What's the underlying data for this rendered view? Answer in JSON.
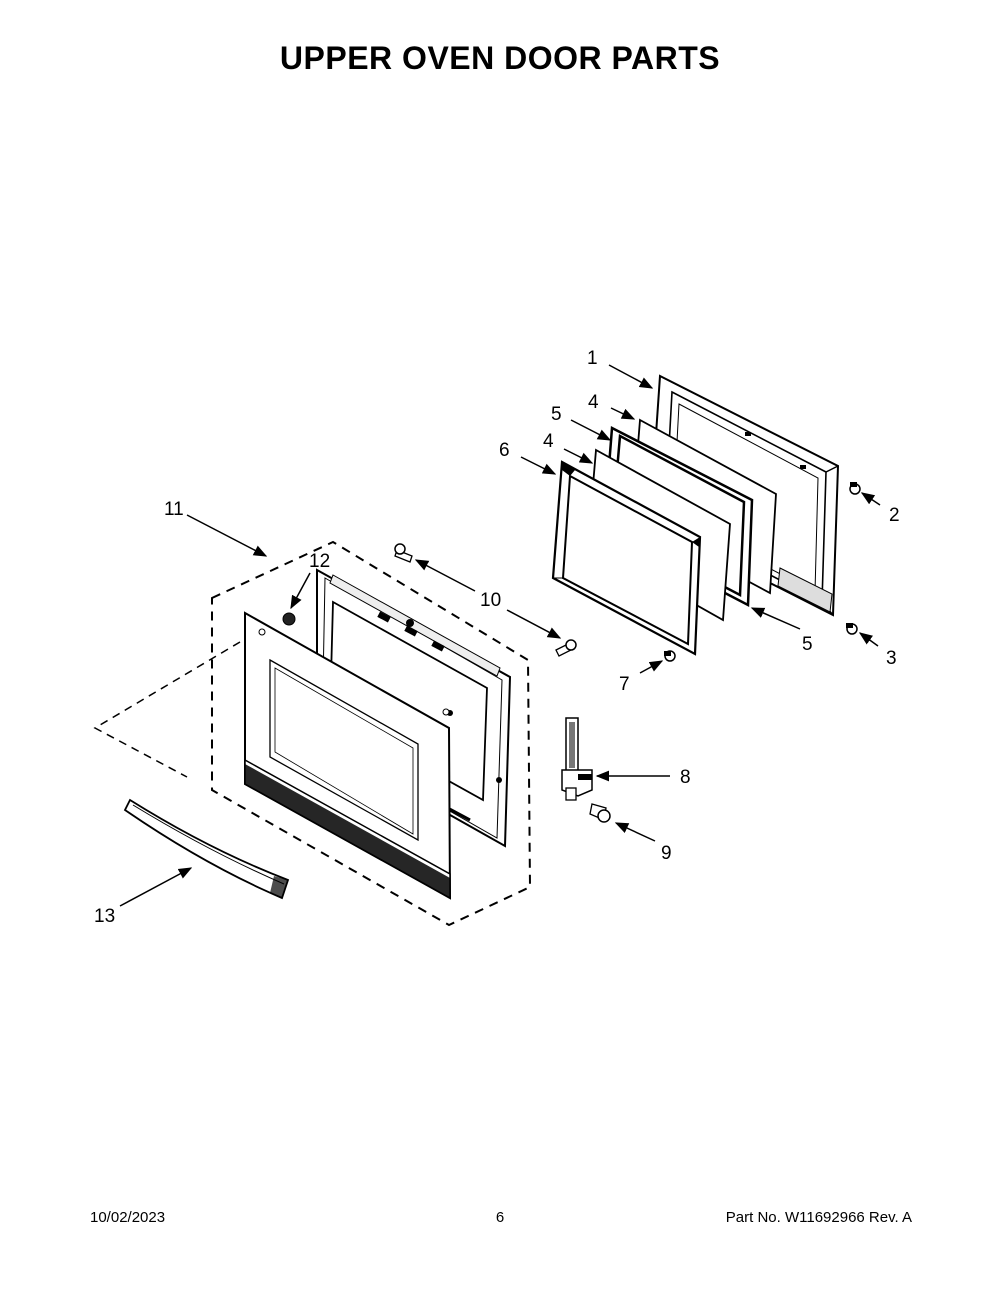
{
  "title": "UPPER OVEN DOOR PARTS",
  "callouts": {
    "c1": "1",
    "c2": "2",
    "c3": "3",
    "c4a": "4",
    "c4b": "4",
    "c5a": "5",
    "c5b": "5",
    "c6": "6",
    "c7": "7",
    "c8": "8",
    "c9": "9",
    "c10": "10",
    "c11": "11",
    "c12": "12",
    "c13": "13"
  },
  "footer": {
    "date": "10/02/2023",
    "page": "6",
    "part": "Part No.  W11692966  Rev.  A"
  }
}
